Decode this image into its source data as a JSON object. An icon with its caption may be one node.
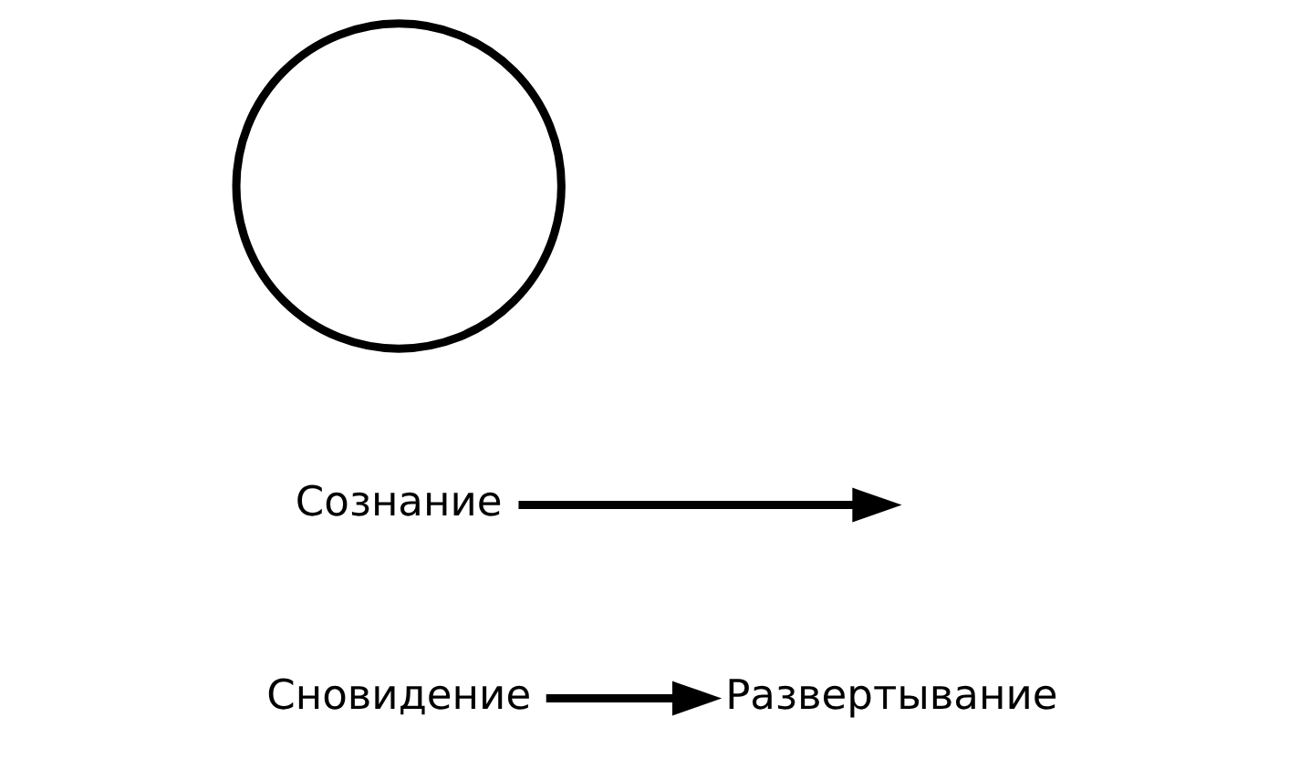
{
  "diagram": {
    "nodes": [
      {
        "text": [
          "Сновидение"
        ]
      },
      {
        "text": [
          "Развертывание"
        ]
      },
      {
        "text": [
          "Сознание"
        ]
      },
      {
        "text": [],
        "shape": "circle"
      }
    ],
    "edges": [
      {
        "from": 0,
        "to": 1,
        "arrow": "to"
      },
      {
        "from": 2,
        "to": null,
        "arrow": "to"
      }
    ]
  }
}
